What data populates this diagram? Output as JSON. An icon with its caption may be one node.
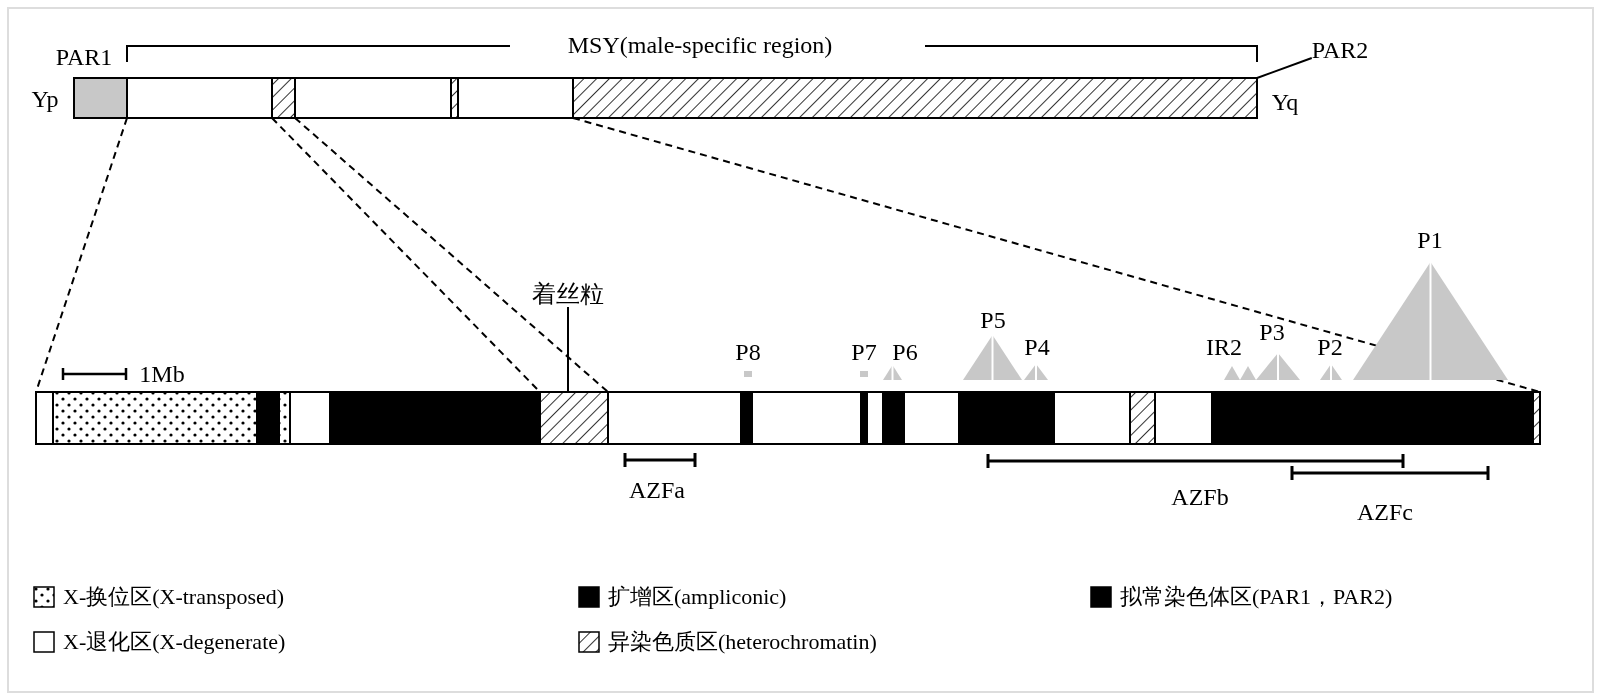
{
  "diagram": {
    "nodes": [
      {
        "text": [],
        "shape": "bar"
      },
      {
        "text": [
          "PAR2"
        ]
      },
      {
        "text": [
          "着丝粒"
        ]
      },
      {
        "text": [],
        "shape": "bar"
      },
      {
        "text": [],
        "shape": "box",
        "in": 3
      }
    ],
    "edges": [
      {
        "from": 1,
        "to": 0,
        "arrow": "none"
      },
      {
        "from": 0,
        "to": 3,
        "arrow": "none",
        "style": "dashed"
      },
      {
        "from": 0,
        "to": 3,
        "arrow": "none",
        "style": "dashed"
      },
      {
        "from": 0,
        "to": 3,
        "arrow": "none",
        "style": "dashed"
      },
      {
        "from": 0,
        "to": 3,
        "arrow": "none",
        "style": "dashed"
      },
      {
        "from": 2,
        "to": 4,
        "arrow": "none"
      }
    ],
    "labels": [
      "PAR1",
      "MSY(male-specific region)",
      "Yp",
      "Yq",
      "P1",
      "P5",
      "P3",
      "P4",
      "IR2",
      "P2",
      "1Mb",
      "P8",
      "P7",
      "P6",
      "AZFa",
      "AZFb",
      "AZFc"
    ],
    "legend": [
      {
        "text": "X-换位区(X-transposed)"
      },
      {
        "text": "扩增区(ampliconic)",
        "color": "#000000"
      },
      {
        "text": "拟常染色体区(PAR1，PAR2)",
        "color": "#000000"
      },
      {
        "text": "X-退化区(X-degenerate)",
        "color": "#ffffff"
      },
      {
        "text": "异染色质区(heterochromatin)"
      }
    ]
  }
}
